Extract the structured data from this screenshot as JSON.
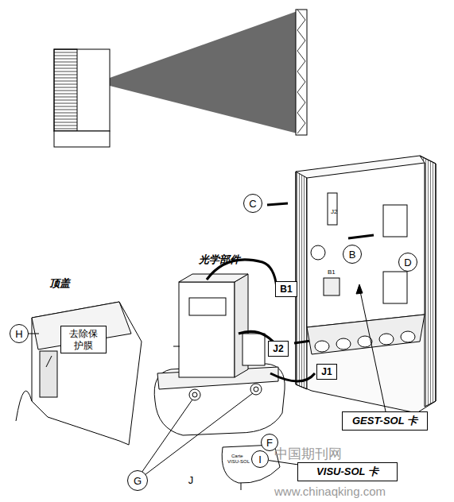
{
  "diagram": {
    "nodes": [
      {
        "text": [
          "C"
        ]
      },
      {
        "text": [
          "B"
        ]
      },
      {
        "text": [
          "D"
        ]
      },
      {
        "text": [
          "B1"
        ]
      },
      {
        "text": [
          "H"
        ]
      },
      {
        "text": [
          "去除保护膜"
        ]
      },
      {
        "text": [
          "J2"
        ]
      },
      {
        "text": [
          "J1"
        ]
      },
      {
        "text": [
          "GEST-SOL 卡"
        ]
      },
      {
        "text": [
          "F"
        ]
      },
      {
        "text": [
          "G"
        ]
      },
      {
        "text": [
          "I"
        ]
      },
      {
        "text": [
          "VISU-SOL 卡"
        ]
      },
      {
        "text": [
          "J"
        ]
      }
    ],
    "edges": [
      {
        "from": 11,
        "to": 12,
        "arrow": "none"
      }
    ],
    "labels": [
      "光学部件",
      "顶盖",
      "J2",
      "B1",
      "Carte",
      "VISU-SOL",
      "中国期刊网",
      "www.chinaqking.com"
    ]
  }
}
